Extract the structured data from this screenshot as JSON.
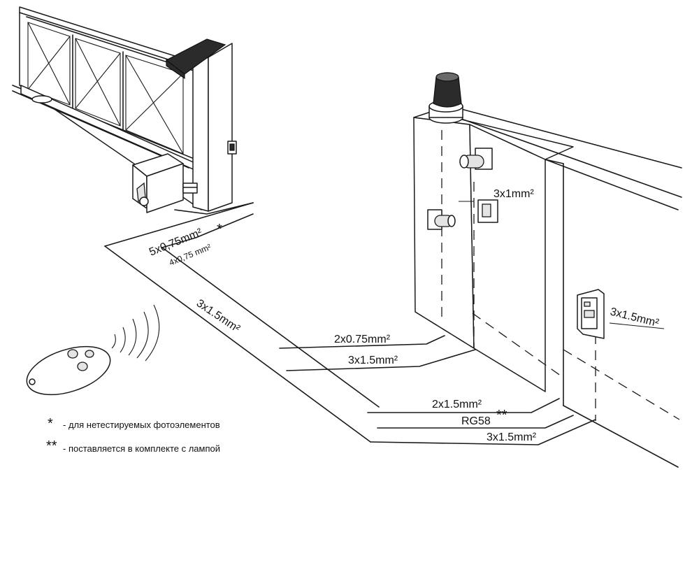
{
  "cable_labels": {
    "motor_power": "5x0,75mm²",
    "motor_power_star": "*",
    "motor_alt": "4x0,75 mm²",
    "main_supply": "3x1.5mm²",
    "photocell_tx": "2x0.75mm²",
    "photocell_rx": "3x1.5mm²",
    "lamp_power": "2x1.5mm²",
    "antenna": "RG58",
    "antenna_star": "**",
    "keyswitch": "3x1.5mm²",
    "control_box": "3x1.5mm²",
    "photocell_post": "3x1mm²"
  },
  "legend": [
    {
      "mark": "*",
      "text": "- для нетестируемых фотоэлементов"
    },
    {
      "mark": "**",
      "text": "- поставляется в комплекте с лампой"
    }
  ],
  "icons": {
    "remote": "remote-control-icon",
    "lamp": "warning-lamp-icon",
    "motor": "gate-motor-icon"
  }
}
